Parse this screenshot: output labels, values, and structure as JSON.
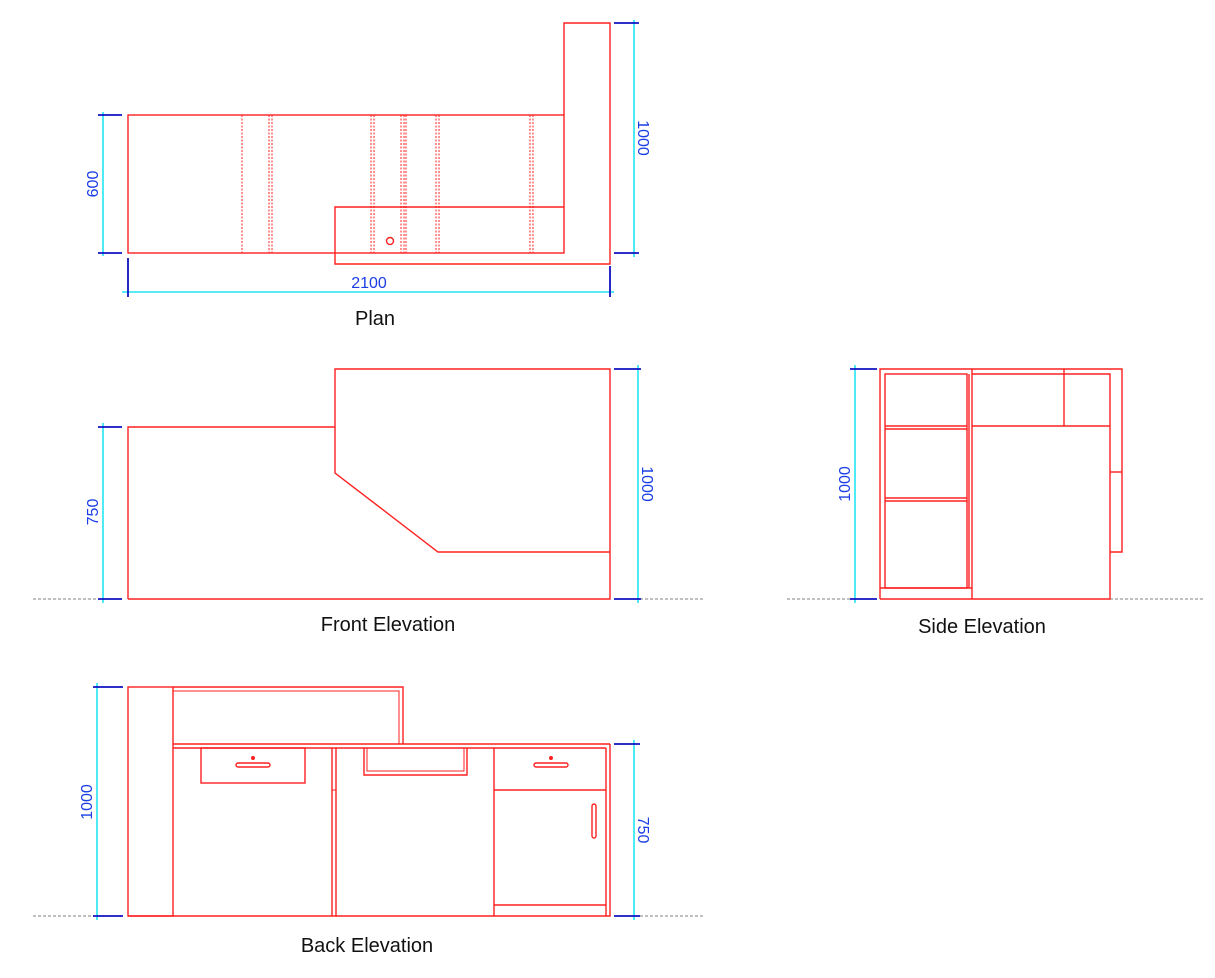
{
  "drawing": {
    "colors": {
      "geometry": "#ff2020",
      "dimension_line": "#22e4f4",
      "dimension_tick": "#1010c0",
      "dimension_text": "#1a3ee6",
      "ground_line": "#808080"
    },
    "views": {
      "plan": {
        "title": "Plan",
        "dimensions": {
          "width": "2100",
          "depth": "600",
          "overall_depth": "1000"
        }
      },
      "front_elevation": {
        "title": "Front Elevation",
        "dimensions": {
          "counter_height": "750",
          "overall_height": "1000"
        }
      },
      "side_elevation": {
        "title": "Side Elevation",
        "dimensions": {
          "overall_height": "1000"
        }
      },
      "back_elevation": {
        "title": "Back Elevation",
        "dimensions": {
          "overall_height": "1000",
          "counter_height": "750"
        }
      }
    }
  }
}
